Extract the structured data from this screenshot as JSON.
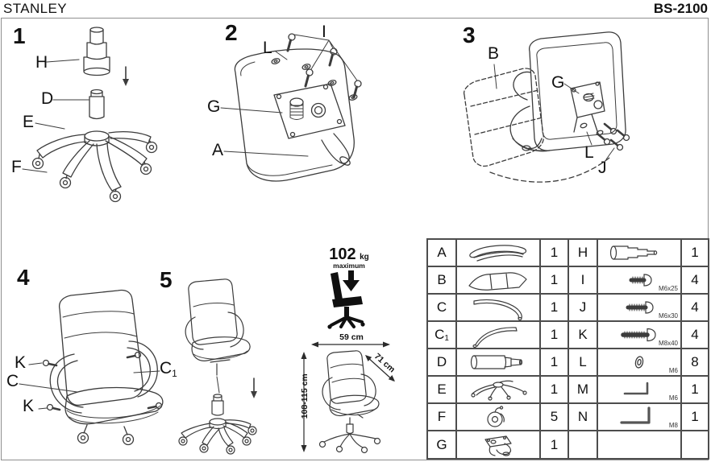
{
  "header": {
    "brand": "STANLEY",
    "model": "BS-2100"
  },
  "steps": {
    "s1": {
      "num": "1",
      "h": "H",
      "d": "D",
      "e": "E",
      "f": "F"
    },
    "s2": {
      "num": "2",
      "i": "I",
      "l": "L",
      "g": "G",
      "a": "A"
    },
    "s3": {
      "num": "3",
      "b": "B",
      "g": "G",
      "l": "L",
      "j": "J"
    },
    "s4": {
      "num": "4",
      "k1": "K",
      "c": "C",
      "k2": "K",
      "c1main": "C",
      "c1sub": "1"
    },
    "s5": {
      "num": "5"
    }
  },
  "specs": {
    "weight": "102",
    "weight_unit": "kg",
    "weight_note": "maximum",
    "width": "59 cm",
    "depth": "71 cm",
    "height": "108-115 cm"
  },
  "parts_table": {
    "left": [
      {
        "id": "A",
        "sub": "",
        "qty": "1"
      },
      {
        "id": "B",
        "sub": "",
        "qty": "1"
      },
      {
        "id": "C",
        "sub": "",
        "qty": "1"
      },
      {
        "id": "C",
        "sub": "1",
        "qty": "1"
      },
      {
        "id": "D",
        "sub": "",
        "qty": "1"
      },
      {
        "id": "E",
        "sub": "",
        "qty": "1"
      },
      {
        "id": "F",
        "sub": "",
        "qty": "5"
      },
      {
        "id": "G",
        "sub": "",
        "qty": "1"
      }
    ],
    "right": [
      {
        "id": "H",
        "qty": "1",
        "size": ""
      },
      {
        "id": "I",
        "qty": "4",
        "size": "M6x25"
      },
      {
        "id": "J",
        "qty": "4",
        "size": "M6x30"
      },
      {
        "id": "K",
        "qty": "4",
        "size": "M8x40"
      },
      {
        "id": "L",
        "qty": "8",
        "size": "M6"
      },
      {
        "id": "M",
        "qty": "1",
        "size": "M6"
      },
      {
        "id": "N",
        "qty": "1",
        "size": "M8"
      },
      {
        "id": "",
        "qty": "",
        "size": ""
      }
    ]
  }
}
